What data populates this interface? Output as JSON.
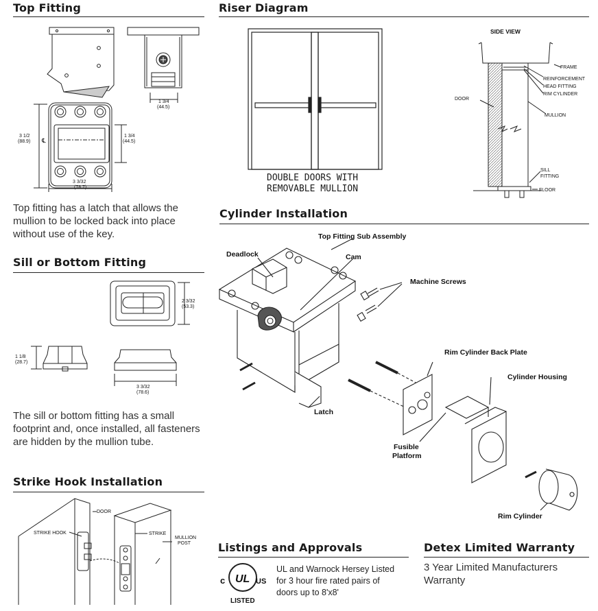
{
  "sections": {
    "top_fitting": {
      "title": "Top Fitting",
      "description": "Top fitting has a latch that allows the mullion to be locked back into place without use of the key.",
      "dims": {
        "w1": "1 3/4",
        "w1_mm": "(44.5)",
        "h": "3 1/2",
        "h_mm": "(88.9)",
        "w2": "1 3/4",
        "w2_mm": "(44.5)",
        "w3": "3 3/32",
        "w3_mm": "(78.7)"
      }
    },
    "sill_fitting": {
      "title": "Sill or Bottom Fitting",
      "description": "The sill or bottom fitting has a small footprint and, once installed, all fasteners are hidden by the mullion tube.",
      "dims": {
        "h": "2 3/32",
        "h_mm": "(53.3)",
        "side_h": "1 1/8",
        "side_h_mm": "(28.7)",
        "w": "3 3/32",
        "w_mm": "(78.6)"
      }
    },
    "strike_hook": {
      "title": "Strike Hook Installation",
      "labels": {
        "door": "DOOR",
        "strike_hook": "STRIKE HOOK",
        "strike": "STRIKE",
        "mullion_post": "MULLION\nPOST"
      }
    },
    "riser_diagram": {
      "title": "Riser Diagram",
      "caption_line1": "DOUBLE DOORS WITH",
      "caption_line2": "REMOVABLE MULLION",
      "side_view": "SIDE VIEW",
      "labels": {
        "frame": "FRAME",
        "reinforcement": "REINFORCEMENT",
        "head_fitting": "HEAD FITTING",
        "rim_cylinder": "RIM CYLINDER",
        "door": "DOOR",
        "mullion": "MULLION",
        "sill_fitting_1": "SILL",
        "sill_fitting_2": "FITTING",
        "floor": "FLOOR"
      }
    },
    "cylinder_installation": {
      "title": "Cylinder Installation",
      "labels": {
        "top_fitting_sub": "Top Fitting Sub Assembly",
        "deadlock": "Deadlock",
        "cam": "Cam",
        "machine_screws": "Machine Screws",
        "rim_cylinder_back_plate": "Rim Cylinder Back Plate",
        "cylinder_housing": "Cylinder Housing",
        "latch": "Latch",
        "fusible_1": "Fusible",
        "fusible_2": "Platform",
        "rim_cylinder": "Rim Cylinder"
      }
    },
    "listings": {
      "title": "Listings and Approvals",
      "text": "UL and Warnock Hersey Listed for 3 hour fire rated pairs of doors up to 8'x8'",
      "logo_c": "c",
      "logo_ul": "UL",
      "logo_us": "US",
      "logo_listed": "LISTED"
    },
    "warranty": {
      "title": "Detex Limited Warranty",
      "text": "3 Year Limited Manufacturers Warranty"
    }
  }
}
